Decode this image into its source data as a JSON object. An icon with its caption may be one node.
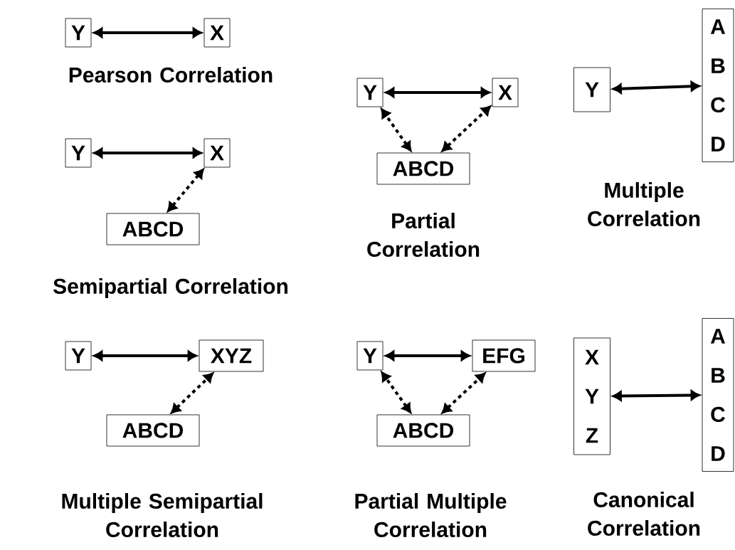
{
  "diagram": {
    "nodes": [
      {
        "text": [
          "Y"
        ]
      },
      {
        "text": [
          "X"
        ]
      },
      {
        "text": [
          "Y"
        ]
      },
      {
        "text": [
          "X"
        ]
      },
      {
        "text": [
          "ABCD"
        ]
      },
      {
        "text": [
          "Y"
        ]
      },
      {
        "text": [
          "X"
        ]
      },
      {
        "text": [
          "ABCD"
        ]
      },
      {
        "text": [
          "Y"
        ]
      },
      {
        "text": [
          "A B C D"
        ]
      },
      {
        "text": [
          "Y"
        ]
      },
      {
        "text": [
          "XYZ"
        ]
      },
      {
        "text": [
          "ABCD"
        ]
      },
      {
        "text": [
          "Y"
        ]
      },
      {
        "text": [
          "EFG"
        ]
      },
      {
        "text": [
          "ABCD"
        ]
      },
      {
        "text": [
          "X Y Z"
        ]
      },
      {
        "text": [
          "A B C D"
        ]
      }
    ],
    "edges": [
      {
        "from": 0,
        "to": 1,
        "arrow": "both"
      },
      {
        "from": 2,
        "to": 3,
        "arrow": "both"
      },
      {
        "from": 4,
        "to": 3,
        "arrow": "both",
        "style": "dashed"
      },
      {
        "from": 5,
        "to": 6,
        "arrow": "both"
      },
      {
        "from": 7,
        "to": 5,
        "arrow": "both",
        "style": "dashed"
      },
      {
        "from": 7,
        "to": 6,
        "arrow": "both",
        "style": "dashed"
      },
      {
        "from": 8,
        "to": 9,
        "arrow": "both"
      },
      {
        "from": 10,
        "to": 11,
        "arrow": "both"
      },
      {
        "from": 12,
        "to": 11,
        "arrow": "both",
        "style": "dashed"
      },
      {
        "from": 13,
        "to": 14,
        "arrow": "both"
      },
      {
        "from": 15,
        "to": 13,
        "arrow": "both",
        "style": "dashed"
      },
      {
        "from": 15,
        "to": 14,
        "arrow": "both",
        "style": "dashed"
      },
      {
        "from": 16,
        "to": 17,
        "arrow": "both"
      }
    ],
    "labels": [
      "Pearson Correlation",
      "Multiple Correlation",
      "Partial Correlation",
      "Semipartial Correlation",
      "Multiple Semipartial Correlation",
      "Partial Multiple Correlation",
      "Canonical Correlation"
    ]
  }
}
